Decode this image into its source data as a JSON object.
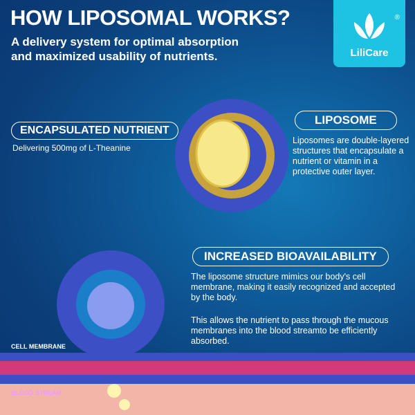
{
  "header": {
    "title": "HOW LIPOSOMAL WORKS?",
    "subtitle_line1": "A delivery system for optimal absorption",
    "subtitle_line2": "and maximized usability of nutrients."
  },
  "logo": {
    "name": "LiliCare",
    "mark": "®"
  },
  "encapsulated": {
    "title": "ENCAPSULATED NUTRIENT",
    "text": "Delivering 500mg of L-Theanine"
  },
  "liposome": {
    "title": "LIPOSOME",
    "text": "Liposomes are double-layered structures that encapsulate a nutrient or vitamin in a protective outer layer."
  },
  "bioavailability": {
    "title": "INCREASED BIOAVAILABILITY",
    "para1": "The liposome structure mimics our body's cell membrane, making it easily recognized and accepted by the body.",
    "para2": "This allows the nutrient to pass through the mucous membranes into the blood streamto be efficiently absorbed."
  },
  "labels": {
    "cell_membrane": "CELL MEMBRANE",
    "blood_stream": "BLOOD STREAM"
  }
}
